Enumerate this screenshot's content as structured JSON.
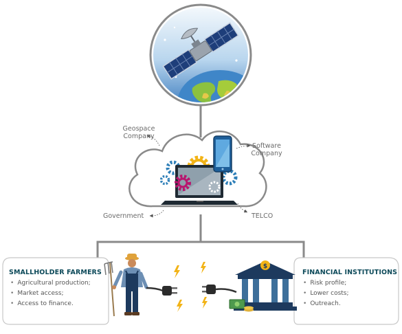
{
  "diagram": {
    "actors": {
      "geospace": "Geospace\nCompany",
      "software": "Software\nCompany",
      "government": "Government",
      "telco": "TELCO"
    },
    "left_box": {
      "title": "SMALLHOLDER FARMERS",
      "items": [
        "Agricultural production;",
        "Market access;",
        "Access to finance."
      ]
    },
    "right_box": {
      "title": "FINANCIAL INSTITUTIONS",
      "items": [
        "Risk profile;",
        "Lower costs;",
        "Outreach."
      ]
    },
    "colors": {
      "teal": "#0d4a5a",
      "connector": "#8a8a8a",
      "gear_blue": "#2e7fb8",
      "gear_yellow": "#f2b316",
      "gear_magenta": "#b8156e",
      "lightning": "#f2b316"
    },
    "icons": {
      "satellite": "satellite-icon",
      "earth": "earth-icon",
      "cloud": "cloud-icon",
      "laptop": "laptop-icon",
      "phone": "smartphone-icon",
      "farmer": "farmer-icon",
      "bank": "bank-icon",
      "plugs": "plug-icons"
    }
  }
}
